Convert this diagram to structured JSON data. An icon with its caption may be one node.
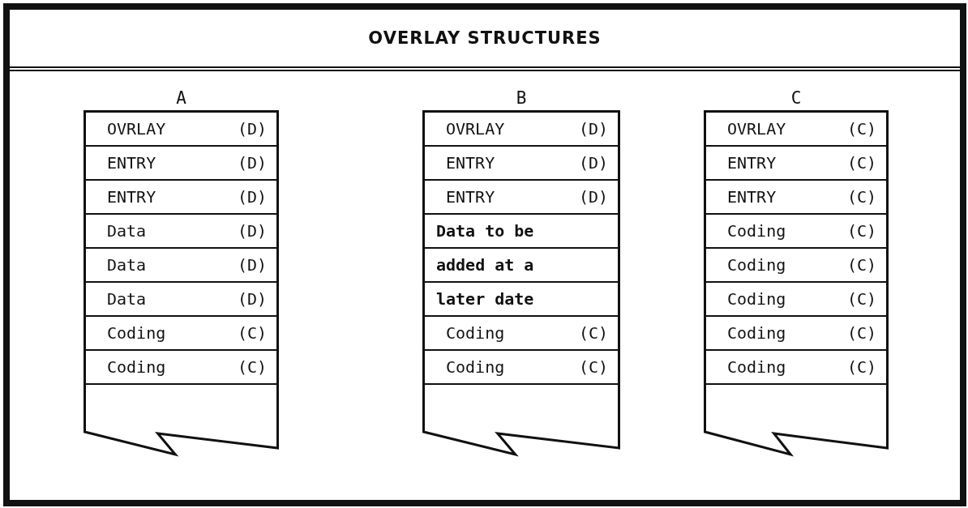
{
  "diagram": {
    "title": "OVERLAY STRUCTURES",
    "nodes": [
      {
        "text": [
          "A"
        ]
      },
      {
        "text": [
          "OVRLAY",
          "(D)"
        ],
        "in": 0
      },
      {
        "text": [
          "ENTRY",
          "(D)"
        ],
        "in": 0
      },
      {
        "text": [
          "ENTRY",
          "(D)"
        ],
        "in": 0
      },
      {
        "text": [
          "Data",
          "(D)"
        ],
        "in": 0
      },
      {
        "text": [
          "Data",
          "(D)"
        ],
        "in": 0
      },
      {
        "text": [
          "Data",
          "(D)"
        ],
        "in": 0
      },
      {
        "text": [
          "Coding",
          "(C)"
        ],
        "in": 0
      },
      {
        "text": [
          "Coding",
          "(C)"
        ],
        "in": 0
      },
      {
        "text": [
          "B"
        ]
      },
      {
        "text": [
          "OVRLAY",
          "(D)"
        ],
        "in": 9
      },
      {
        "text": [
          "ENTRY",
          "(D)"
        ],
        "in": 9
      },
      {
        "text": [
          "ENTRY",
          "(D)"
        ],
        "in": 9
      },
      {
        "text": [
          "Data to be"
        ],
        "in": 9
      },
      {
        "text": [
          "added at a"
        ],
        "in": 9
      },
      {
        "text": [
          "later date"
        ],
        "in": 9
      },
      {
        "text": [
          "Coding",
          "(C)"
        ],
        "in": 9
      },
      {
        "text": [
          "Coding",
          "(C)"
        ],
        "in": 9
      },
      {
        "text": [
          "C"
        ]
      },
      {
        "text": [
          "OVRLAY",
          "(C)"
        ],
        "in": 18
      },
      {
        "text": [
          "ENTRY",
          "(C)"
        ],
        "in": 18
      },
      {
        "text": [
          "ENTRY",
          "(C)"
        ],
        "in": 18
      },
      {
        "text": [
          "Coding",
          "(C)"
        ],
        "in": 18
      },
      {
        "text": [
          "Coding",
          "(C)"
        ],
        "in": 18
      },
      {
        "text": [
          "Coding",
          "(C)"
        ],
        "in": 18
      },
      {
        "text": [
          "Coding",
          "(C)"
        ],
        "in": 18
      },
      {
        "text": [
          "Coding",
          "(C)"
        ],
        "in": 18
      }
    ]
  }
}
